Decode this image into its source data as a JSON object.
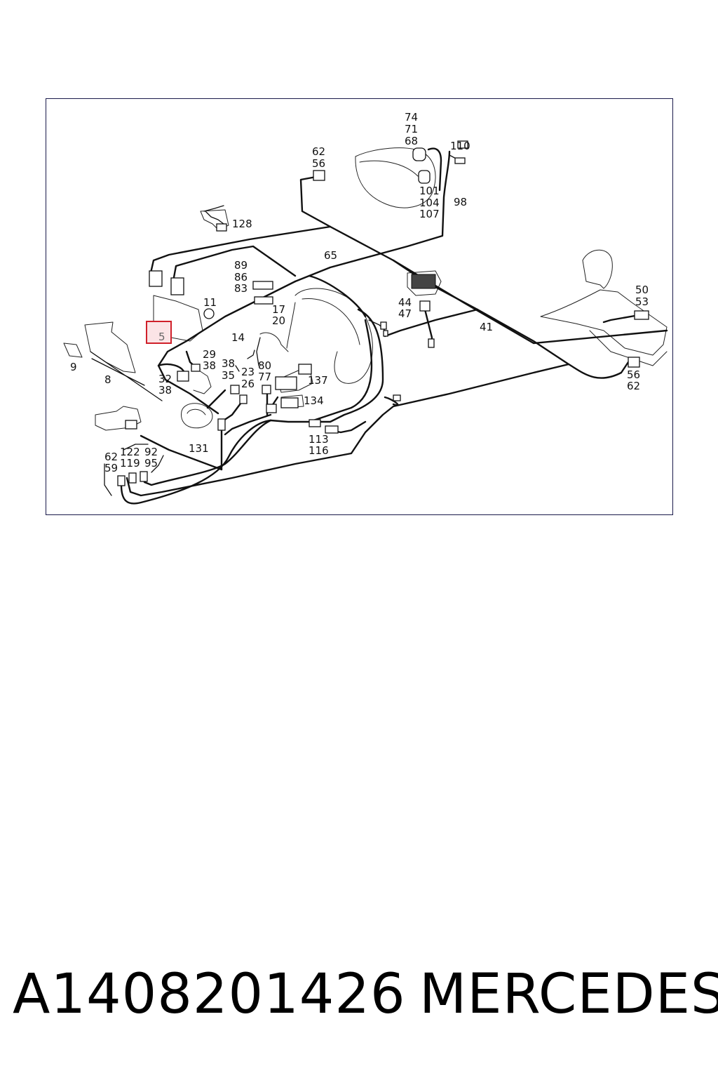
{
  "diagram": {
    "callouts": {
      "c74": "74",
      "c71": "71",
      "c68": "68",
      "c110": "110",
      "c62a": "62",
      "c56a": "56",
      "c101": "101",
      "c104": "104",
      "c107": "107",
      "c98": "98",
      "c128": "128",
      "c65": "65",
      "c89": "89",
      "c86": "86",
      "c83": "83",
      "c11": "11",
      "c17": "17",
      "c20": "20",
      "c44": "44",
      "c47": "47",
      "c41": "41",
      "c50": "50",
      "c53": "53",
      "c5": "5",
      "c14": "14",
      "c9": "9",
      "c8": "8",
      "c29": "29",
      "c38a": "38",
      "c38b": "38",
      "c35": "35",
      "c23": "23",
      "c80": "80",
      "c77": "77",
      "c26": "26",
      "c32": "32",
      "c38c": "38",
      "c137": "137",
      "c134": "134",
      "c56b": "56",
      "c62b": "62",
      "c131": "131",
      "c113": "113",
      "c116": "116",
      "c62c": "62",
      "c59": "59",
      "c122": "122",
      "c119": "119",
      "c92": "92",
      "c95": "95"
    },
    "highlighted_callout": "5",
    "colors": {
      "frame": "#1a1a4a",
      "line": "#111111",
      "highlight_border": "#d0202a",
      "highlight_fill": "#fbe4e6"
    }
  },
  "footer": {
    "part_number": "A1408201426",
    "brand": "MERCEDES"
  }
}
